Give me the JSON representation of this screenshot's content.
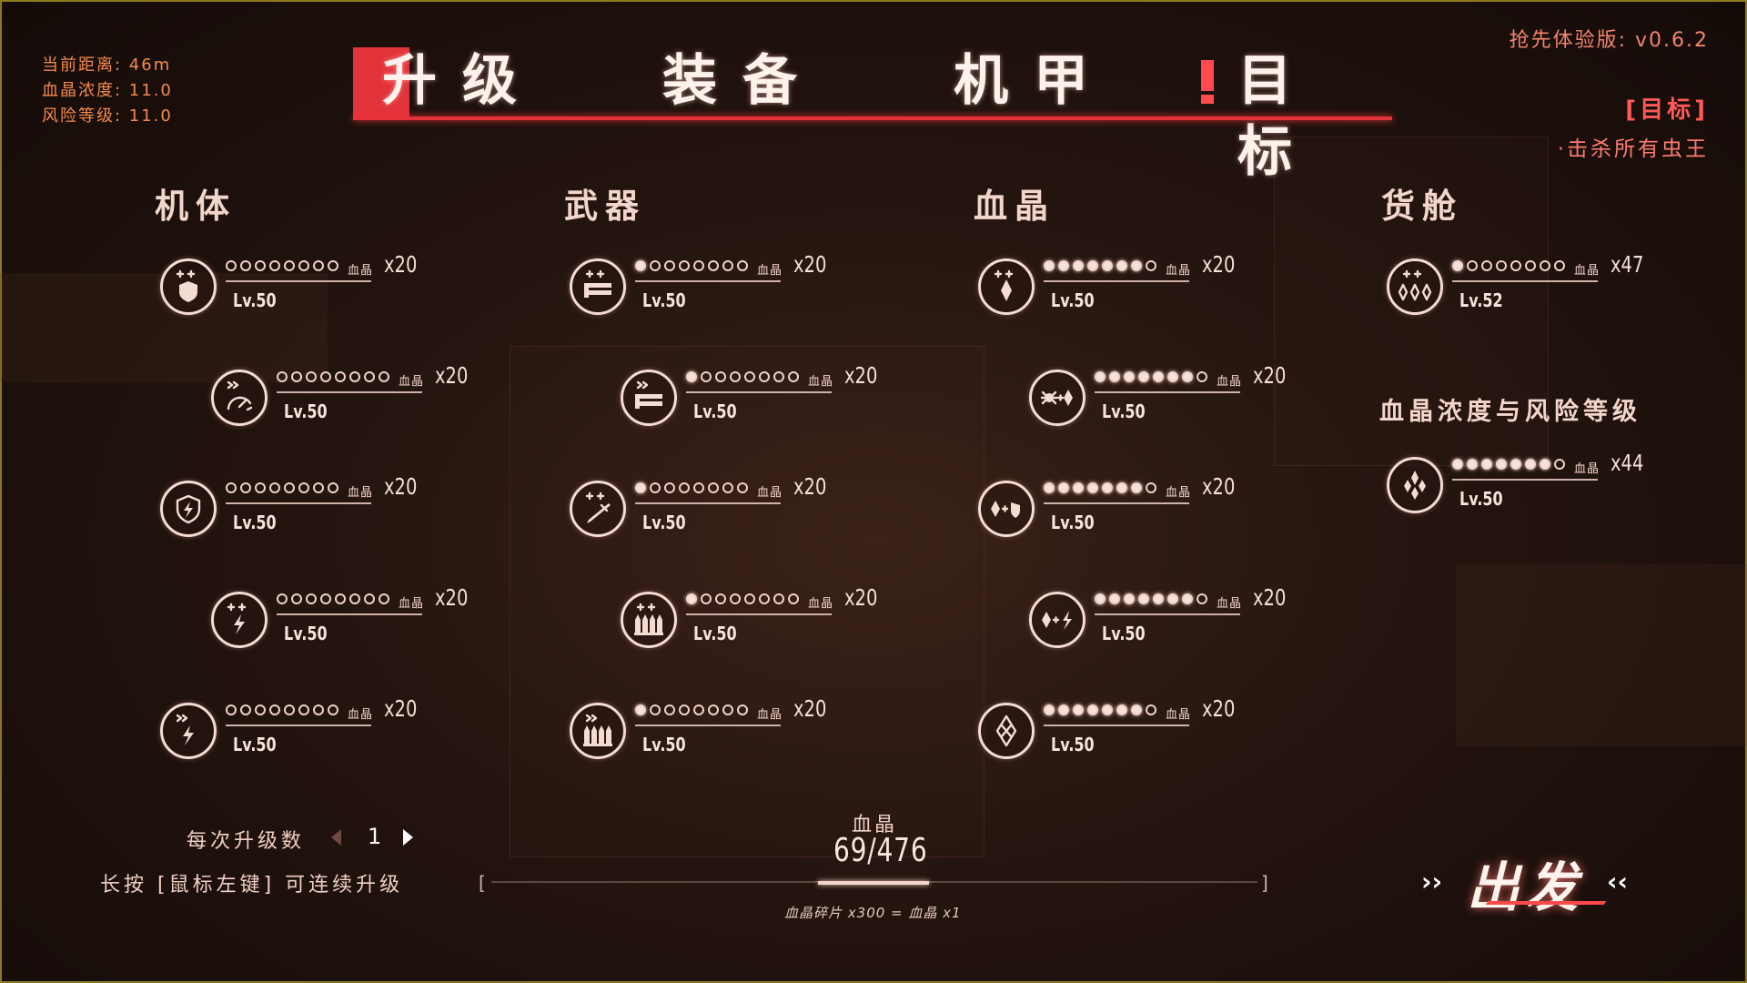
{
  "hud": {
    "distance_label": "当前距离: 46m",
    "crystal_density": "血晶浓度: 11.0",
    "risk_level": "风险等级: 11.0"
  },
  "version": "抢先体验版: v0.6.2",
  "objective": {
    "header": "[目标]",
    "text": "·击杀所有虫王"
  },
  "tabs": [
    {
      "label": "升级",
      "active": true
    },
    {
      "label": "装备"
    },
    {
      "label": "机甲"
    },
    {
      "label": "目标",
      "alert": true
    }
  ],
  "categories": {
    "chassis": "机体",
    "weapons": "武器",
    "crystal": "血晶",
    "cargo": "货舱",
    "density_risk": "血晶浓度与风险等级"
  },
  "currency_label": "血晶",
  "nodes": [
    {
      "id": "chassis-1",
      "icon": "shield-plus-icon",
      "filled": 0,
      "cost": "x20",
      "level": "Lv.50"
    },
    {
      "id": "chassis-2",
      "icon": "speed-gauge-icon",
      "filled": 0,
      "cost": "x20",
      "level": "Lv.50"
    },
    {
      "id": "chassis-3",
      "icon": "lightning-shield-icon",
      "filled": 0,
      "cost": "x20",
      "level": "Lv.50"
    },
    {
      "id": "chassis-4",
      "icon": "lightning-plus-icon",
      "filled": 0,
      "cost": "x20",
      "level": "Lv.50"
    },
    {
      "id": "chassis-5",
      "icon": "lightning-fast-icon",
      "filled": 0,
      "cost": "x20",
      "level": "Lv.50"
    },
    {
      "id": "weapon-1",
      "icon": "gun-plus-icon",
      "filled": 1,
      "cost": "x20",
      "level": "Lv.50"
    },
    {
      "id": "weapon-2",
      "icon": "gun-fast-icon",
      "filled": 1,
      "cost": "x20",
      "level": "Lv.50"
    },
    {
      "id": "weapon-3",
      "icon": "rocket-plus-icon",
      "filled": 1,
      "cost": "x20",
      "level": "Lv.50"
    },
    {
      "id": "weapon-4",
      "icon": "missiles-plus-icon",
      "filled": 1,
      "cost": "x20",
      "level": "Lv.50"
    },
    {
      "id": "weapon-5",
      "icon": "missiles-fast-icon",
      "filled": 1,
      "cost": "x20",
      "level": "Lv.50"
    },
    {
      "id": "crystal-1",
      "icon": "crystal-plus-icon",
      "filled": 7,
      "cost": "x20",
      "level": "Lv.50"
    },
    {
      "id": "crystal-2",
      "icon": "bug-crystal-icon",
      "filled": 7,
      "cost": "x20",
      "level": "Lv.50"
    },
    {
      "id": "crystal-3",
      "icon": "crystal-shield-icon",
      "filled": 7,
      "cost": "x20",
      "level": "Lv.50"
    },
    {
      "id": "crystal-4",
      "icon": "crystal-lightning-icon",
      "filled": 7,
      "cost": "x20",
      "level": "Lv.50"
    },
    {
      "id": "crystal-5",
      "icon": "crystal-cross-icon",
      "filled": 7,
      "cost": "x20",
      "level": "Lv.50"
    },
    {
      "id": "cargo-1",
      "icon": "cargo-crystals-icon",
      "filled": 1,
      "cost": "x47",
      "level": "Lv.52"
    },
    {
      "id": "density-1",
      "icon": "crystal-cluster-icon",
      "filled": 7,
      "cost": "x44",
      "level": "Lv.50"
    }
  ],
  "per_upgrade": {
    "label": "每次升级数",
    "value": "1"
  },
  "hold_hint": "长按 [鼠标左键] 可连续升级",
  "resource": {
    "label": "血晶",
    "value": "69/476",
    "note": "血晶碎片 x300 = 血晶 x1",
    "bracket_open": "[",
    "bracket_close": "]"
  },
  "depart": {
    "label": "出发",
    "chev_left": "››",
    "chev_right": "‹‹"
  }
}
